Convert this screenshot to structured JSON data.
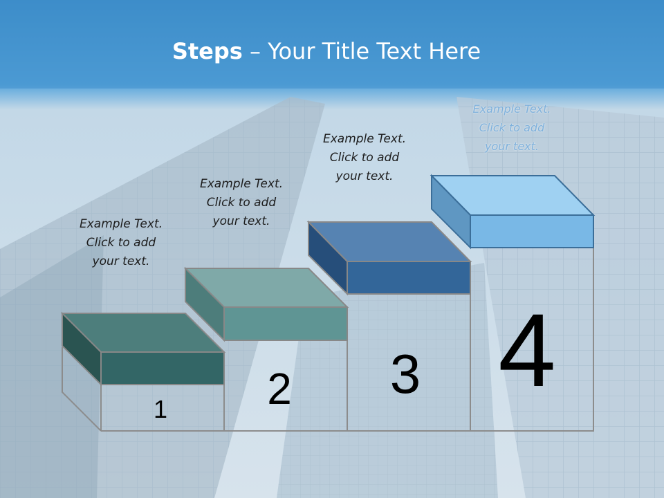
{
  "slide": {
    "title_bold": "Steps",
    "title_rest": " – Your Title Text Here"
  },
  "steps": [
    {
      "number": "1",
      "caption": [
        "Example Text.",
        "Click  to add",
        "your text."
      ]
    },
    {
      "number": "2",
      "caption": [
        "Example Text.",
        "Click  to add",
        "your text."
      ]
    },
    {
      "number": "3",
      "caption": [
        "Example Text.",
        "Click  to add",
        "your text."
      ]
    },
    {
      "number": "4",
      "caption": [
        "Example Text.",
        "Click  to add",
        "your text."
      ]
    }
  ],
  "colors": {
    "header_top": "#2e7fbf",
    "header_bottom": "#9cc9ea",
    "step1_front": "#336666",
    "step1_top": "#4d7e7c",
    "step1_side": "#2a5451",
    "step2_front": "#5f9594",
    "step2_top": "#7fa9a8",
    "step2_side": "#4d7d7b",
    "step3_front": "#336699",
    "step3_top": "#5683b2",
    "step3_side": "#264e7a",
    "step4_front": "#79b8e6",
    "step4_top": "#9fd1f2",
    "step4_side": "#5f97c2",
    "outline": "#888888"
  }
}
